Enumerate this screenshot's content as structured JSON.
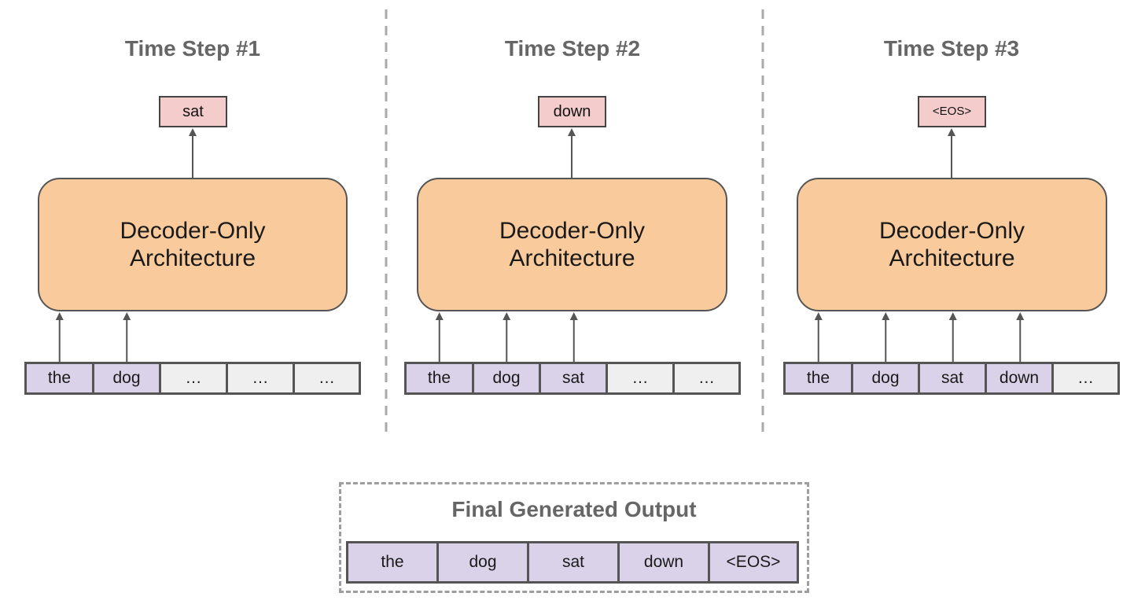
{
  "steps": [
    {
      "title": "Time Step #1",
      "output": "sat",
      "decoder_line1": "Decoder-Only",
      "decoder_line2": "Architecture",
      "tokens": [
        "the",
        "dog",
        "…",
        "…",
        "…"
      ],
      "filled": [
        true,
        true,
        false,
        false,
        false
      ]
    },
    {
      "title": "Time Step #2",
      "output": "down",
      "decoder_line1": "Decoder-Only",
      "decoder_line2": "Architecture",
      "tokens": [
        "the",
        "dog",
        "sat",
        "…",
        "…"
      ],
      "filled": [
        true,
        true,
        true,
        false,
        false
      ]
    },
    {
      "title": "Time Step #3",
      "output": "<EOS>",
      "decoder_line1": "Decoder-Only",
      "decoder_line2": "Architecture",
      "tokens": [
        "the",
        "dog",
        "sat",
        "down",
        "…"
      ],
      "filled": [
        true,
        true,
        true,
        true,
        false
      ]
    }
  ],
  "final": {
    "title": "Final Generated Output",
    "tokens": [
      "the",
      "dog",
      "sat",
      "down",
      "<EOS>"
    ]
  },
  "colors": {
    "token_filled": "#d9d2e9",
    "token_empty": "#efefef",
    "output_token": "#f4cccc",
    "decoder": "#f9cb9c",
    "title_text": "#666666",
    "arrow": "#555555",
    "divider": "#aaaaaa"
  }
}
